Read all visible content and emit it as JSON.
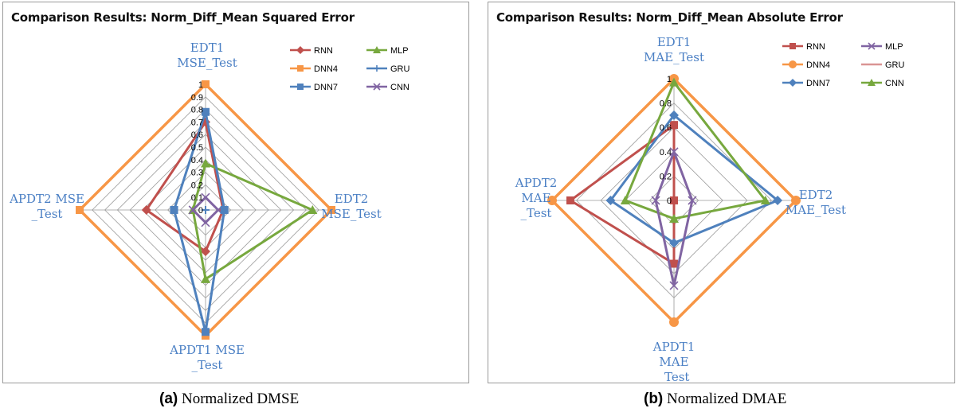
{
  "captions": {
    "a": {
      "label": "(a)",
      "text": "Normalized DMSE"
    },
    "b": {
      "label": "(b)",
      "text": "Normalized DMAE"
    }
  },
  "chart_data": [
    {
      "type": "radar",
      "title": "Comparison Results: Norm_Diff_Mean Squared Error",
      "axes": [
        {
          "key": "top",
          "lines": [
            "EDT1",
            "MSE_Test"
          ]
        },
        {
          "key": "right",
          "lines": [
            "EDT2",
            "MSE_Test"
          ]
        },
        {
          "key": "bottom",
          "lines": [
            "APDT1 MSE",
            "_Test"
          ]
        },
        {
          "key": "left",
          "lines": [
            "APDT2 MSE",
            "_Test"
          ]
        }
      ],
      "rlim": [
        0,
        1
      ],
      "ticks": [
        "0",
        "0.1",
        "0.2",
        "0.3",
        "0.4",
        "0.5",
        "0.6",
        "0.7",
        "0.8",
        "0.9",
        "1"
      ],
      "grid": true,
      "legend": "top-right, 2 columns",
      "series": [
        {
          "name": "RNN",
          "color": "#c0504d",
          "marker": "diamond",
          "values": [
            0.7,
            0.14,
            0.33,
            0.47
          ]
        },
        {
          "name": "MLP",
          "color": "#77a83e",
          "marker": "triangle",
          "values": [
            0.37,
            0.85,
            0.55,
            0.1
          ]
        },
        {
          "name": "DNN4",
          "color": "#f79646",
          "marker": "square",
          "values": [
            1.0,
            1.0,
            1.0,
            1.0
          ]
        },
        {
          "name": "GRU",
          "color": "#4f81bd",
          "marker": "plus",
          "values": [
            0.0,
            0.0,
            0.0,
            0.0
          ]
        },
        {
          "name": "DNN7",
          "color": "#4f81bd",
          "marker": "square",
          "values": [
            0.78,
            0.15,
            0.97,
            0.25
          ]
        },
        {
          "name": "CNN",
          "color": "#8064a2",
          "marker": "x",
          "values": [
            0.1,
            0.1,
            0.1,
            0.1
          ]
        }
      ]
    },
    {
      "type": "radar",
      "title": "Comparison Results: Norm_Diff_Mean Absolute Error",
      "axes": [
        {
          "key": "top",
          "lines": [
            "EDT1",
            "MAE_Test"
          ]
        },
        {
          "key": "right",
          "lines": [
            "EDT2",
            "MAE_Test"
          ]
        },
        {
          "key": "bottom",
          "lines": [
            "APDT1",
            "MAE",
            "_Test"
          ]
        },
        {
          "key": "left",
          "lines": [
            "APDT2",
            "MAE",
            "_Test"
          ]
        }
      ],
      "rlim": [
        0,
        1
      ],
      "ticks": [
        "0",
        "0.2",
        "0.4",
        "0.6",
        "0.8",
        "1"
      ],
      "grid": true,
      "legend": "top-right, 2 columns",
      "series": [
        {
          "name": "RNN",
          "color": "#c0504d",
          "marker": "square",
          "values": [
            0.62,
            0.0,
            0.52,
            0.85
          ]
        },
        {
          "name": "MLP",
          "color": "#8064a2",
          "marker": "x",
          "values": [
            0.4,
            0.15,
            0.7,
            0.15
          ]
        },
        {
          "name": "DNN4",
          "color": "#f79646",
          "marker": "circle",
          "values": [
            1.0,
            1.0,
            1.0,
            1.0
          ]
        },
        {
          "name": "GRU",
          "color": "#d99594",
          "marker": "none",
          "values": [
            0.0,
            0.0,
            0.0,
            0.0
          ]
        },
        {
          "name": "DNN7",
          "color": "#4f81bd",
          "marker": "diamond",
          "values": [
            0.7,
            0.85,
            0.35,
            0.52
          ]
        },
        {
          "name": "CNN",
          "color": "#77a83e",
          "marker": "triangle",
          "values": [
            0.97,
            0.75,
            0.15,
            0.4
          ]
        }
      ]
    }
  ]
}
